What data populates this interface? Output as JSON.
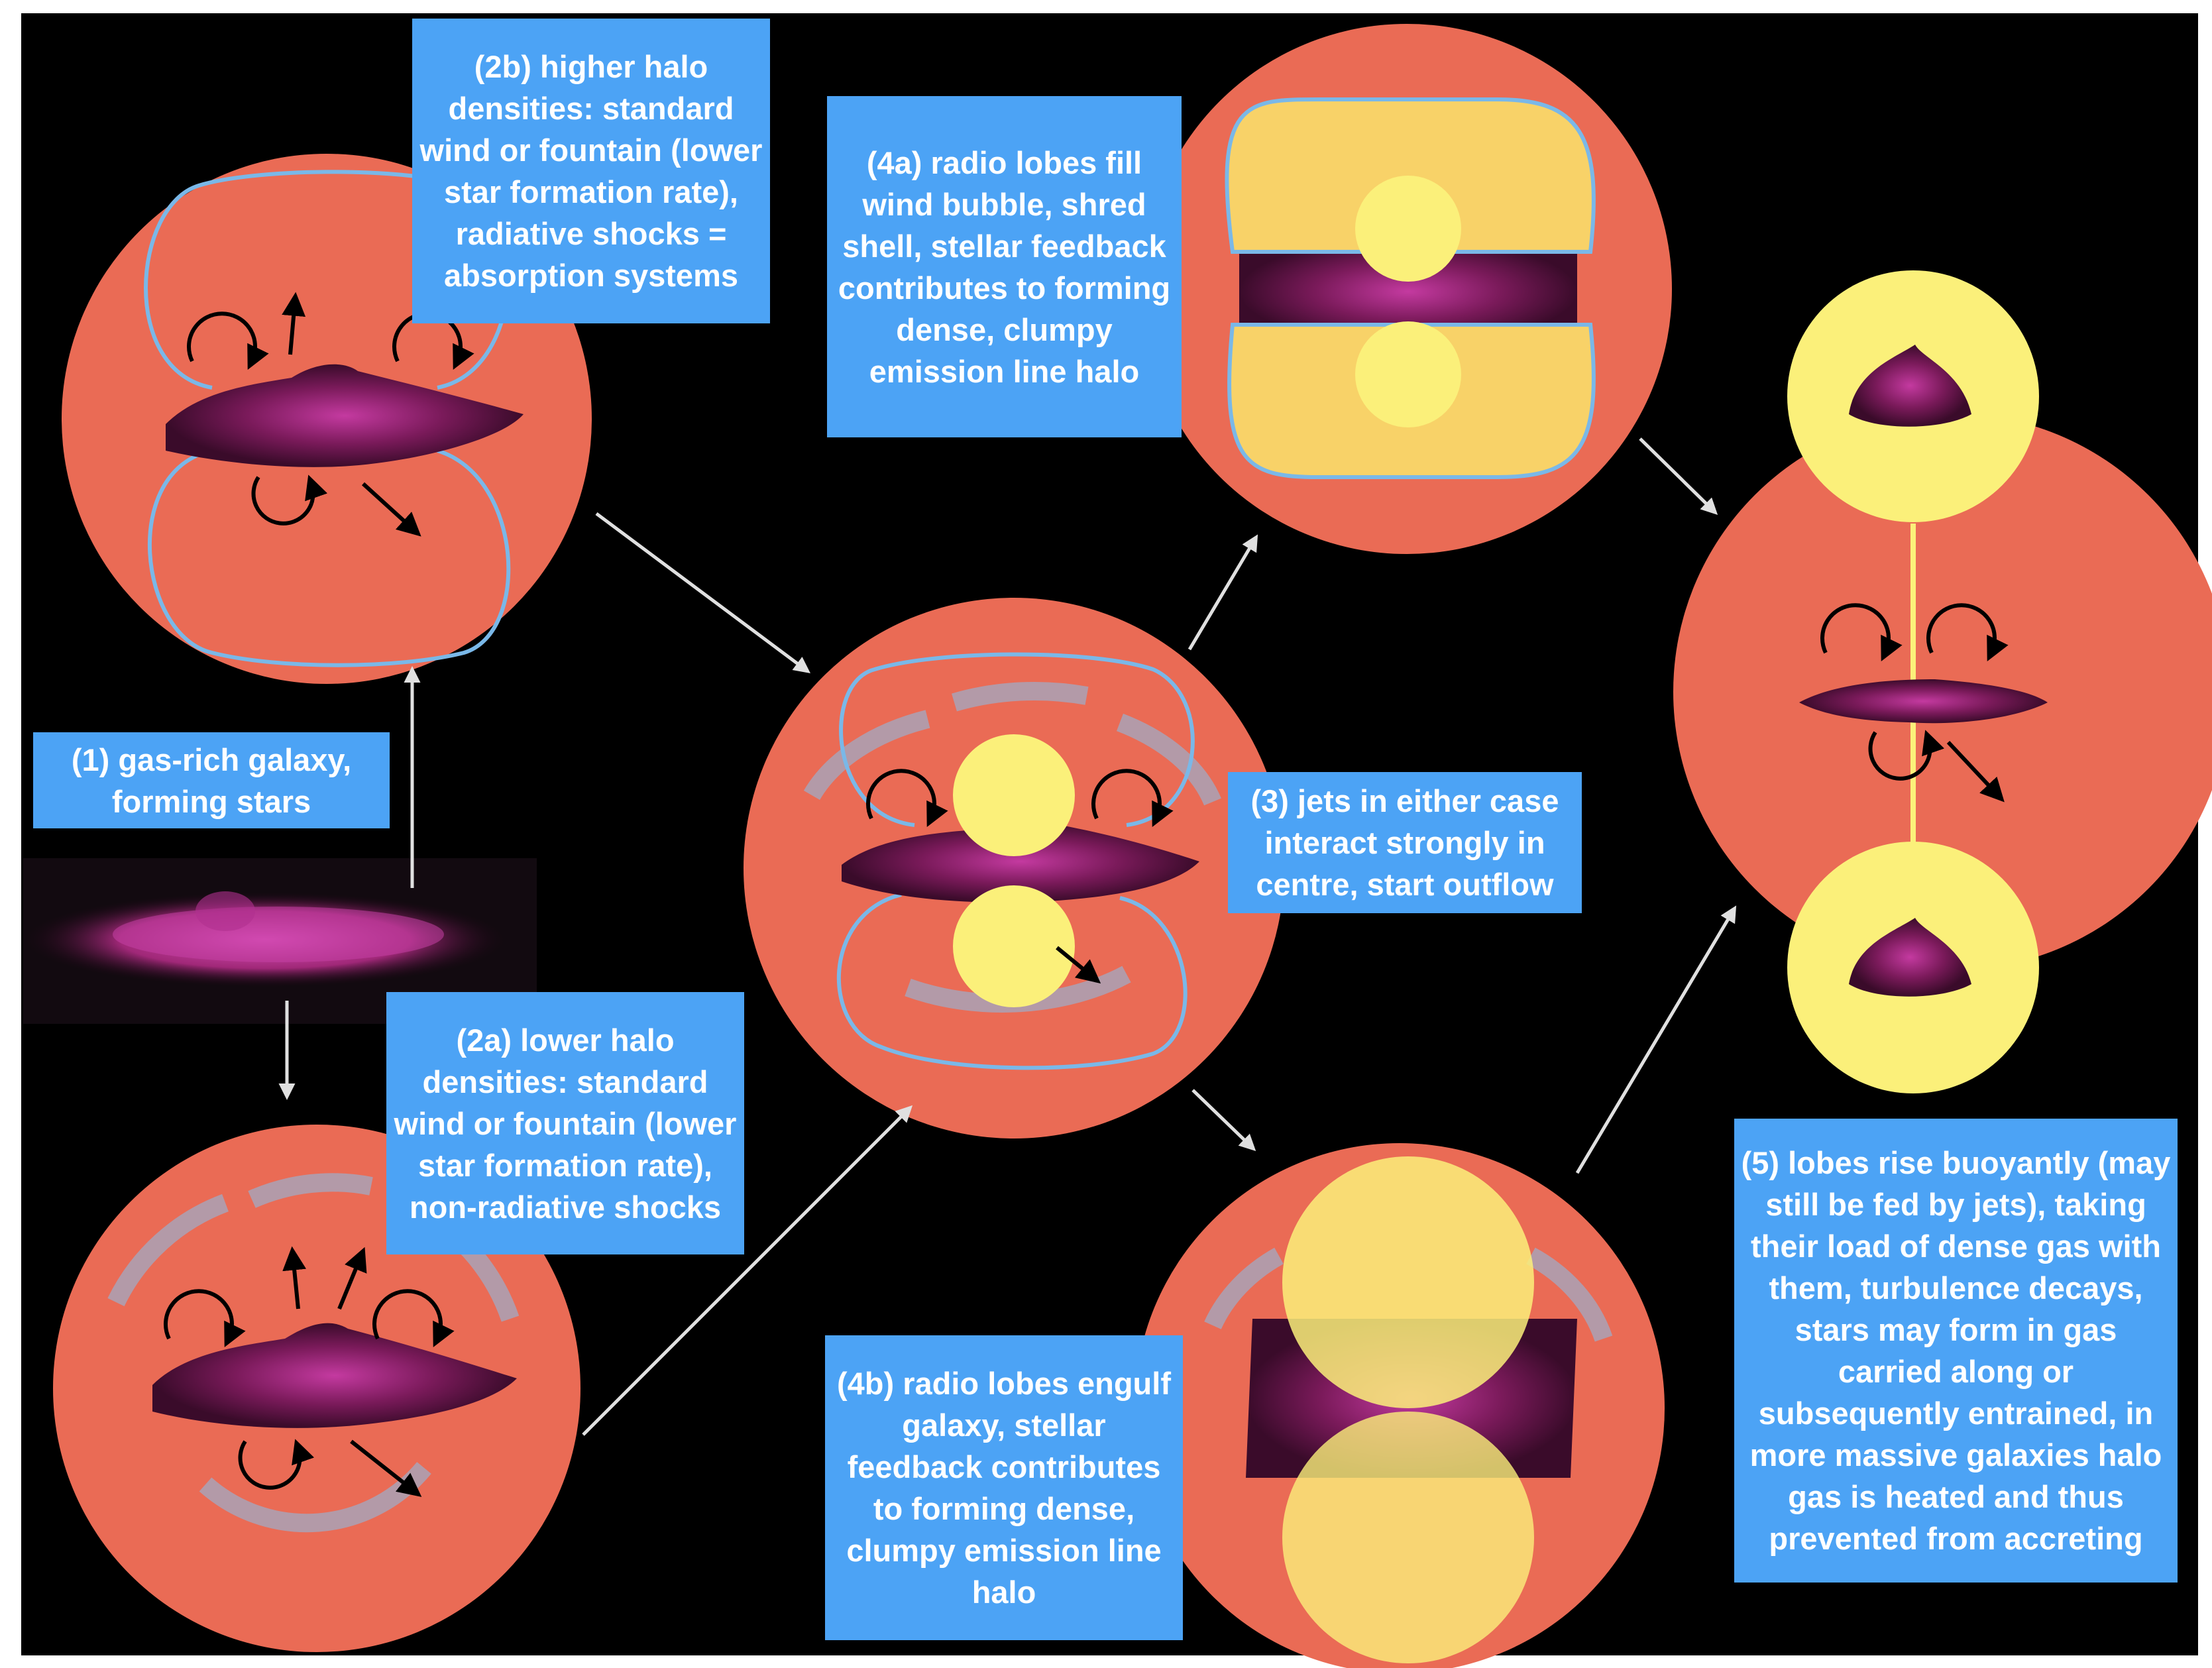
{
  "colors": {
    "background": "#000000",
    "halo": "#ea6b55",
    "lobe": "#fbf07a",
    "label_box": "#4ca3f5",
    "label_text": "#ffffff",
    "shell": "#7ab8e8",
    "grey_arc": "#b39aa8",
    "arrow": "#e0e0e0",
    "galaxy": "#7a1a5a"
  },
  "icons": [
    "circular-arrow-icon",
    "straight-arrow-icon",
    "flow-arrow-icon"
  ],
  "labels": {
    "stage_1": "(1) gas-rich galaxy, forming stars",
    "stage_2a": "(2a) lower halo densities: standard wind or fountain (lower star formation rate), non-radiative shocks",
    "stage_2b": "(2b) higher halo densities: standard wind or fountain (lower star formation rate), radiative shocks = absorption systems",
    "stage_3": "(3) jets in either case interact strongly in centre, start outflow",
    "stage_4a": "(4a) radio lobes fill wind bubble, shred shell, stellar feedback contributes to forming dense, clumpy emission line halo",
    "stage_4b": "(4b) radio lobes engulf galaxy, stellar feedback contributes to forming dense, clumpy emission line halo",
    "stage_5": "(5) lobes rise buoyantly (may still be fed by jets), taking their load of dense gas with them, turbulence decays, stars may form in gas carried along or subsequently entrained, in more massive galaxies halo gas is heated and thus prevented from accreting"
  }
}
